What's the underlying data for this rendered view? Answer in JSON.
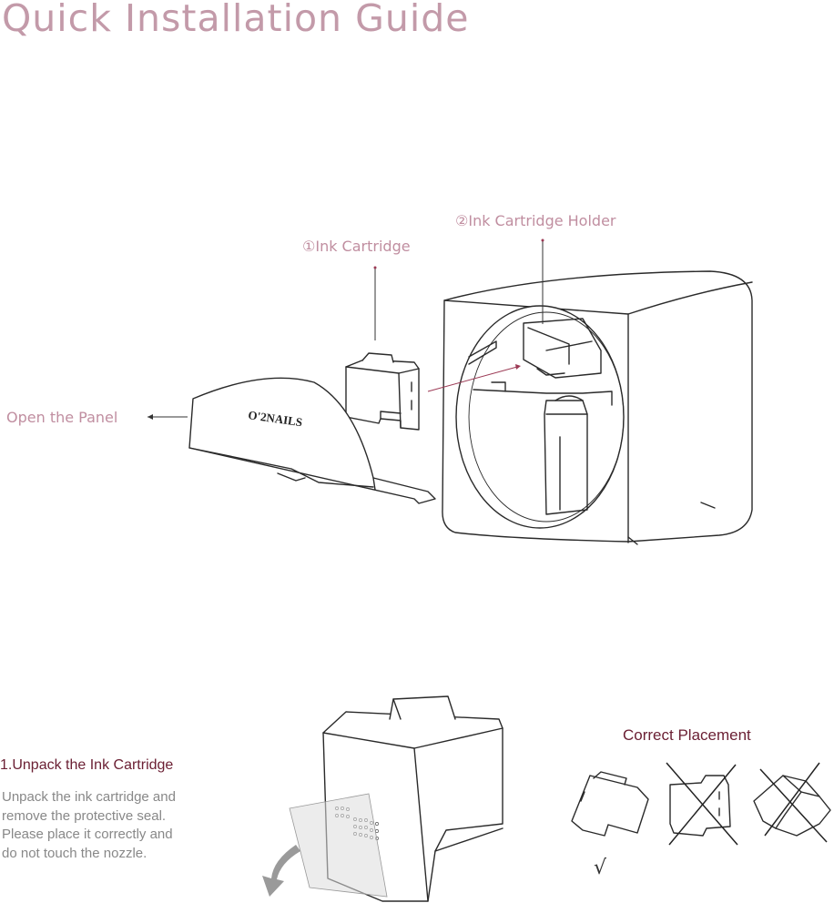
{
  "page": {
    "title": "Quick Installation Guide"
  },
  "diagram": {
    "labels": {
      "ink_cartridge": "①Ink Cartridge",
      "ink_cartridge_holder": "②Ink Cartridge Holder",
      "open_panel": "Open the Panel"
    },
    "brand_logo": "O'2NAILS"
  },
  "step1": {
    "heading": "1.Unpack the Ink Cartridge",
    "body": "Unpack the ink cartridge and remove the protective seal. Please place it correctly and do not touch the nozzle."
  },
  "placement": {
    "title": "Correct Placement",
    "check_mark": "√"
  },
  "colors": {
    "title": "#c39aa9",
    "callout": "#c08ea0",
    "heading": "#6b2034",
    "body_text": "#888888",
    "accent_line": "#9c3a55"
  }
}
